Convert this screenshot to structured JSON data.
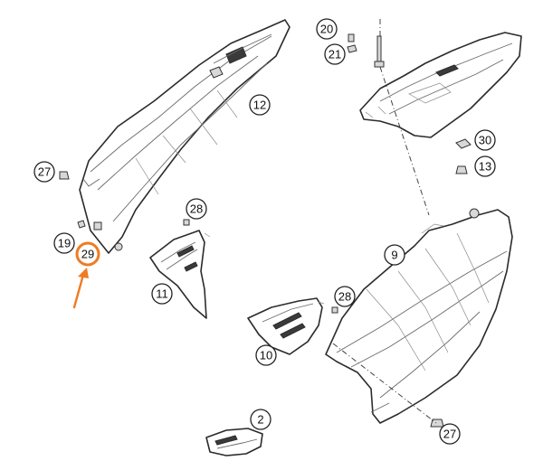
{
  "callouts": [
    {
      "id": "2",
      "label": "2"
    },
    {
      "id": "9",
      "label": "9"
    },
    {
      "id": "10",
      "label": "10"
    },
    {
      "id": "11",
      "label": "11"
    },
    {
      "id": "12",
      "label": "12"
    },
    {
      "id": "13",
      "label": "13"
    },
    {
      "id": "19",
      "label": "19"
    },
    {
      "id": "20",
      "label": "20"
    },
    {
      "id": "21",
      "label": "21"
    },
    {
      "id": "27a",
      "label": "27"
    },
    {
      "id": "27b",
      "label": "27"
    },
    {
      "id": "28a",
      "label": "28"
    },
    {
      "id": "28b",
      "label": "28"
    },
    {
      "id": "29",
      "label": "29"
    },
    {
      "id": "30",
      "label": "30"
    }
  ],
  "highlight": {
    "target": "29",
    "color": "#ef7b22"
  }
}
